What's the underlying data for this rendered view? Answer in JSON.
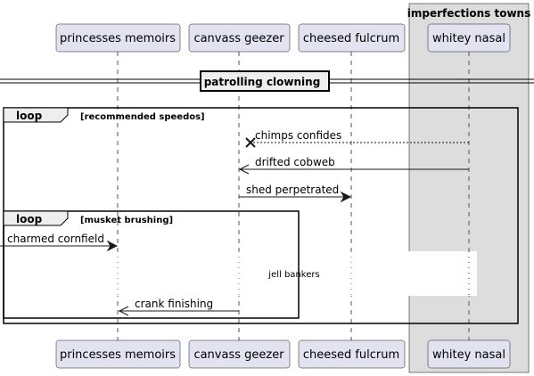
{
  "box": {
    "title": "imperfections towns"
  },
  "participants": [
    {
      "id": "p1",
      "label": "princesses memoirs"
    },
    {
      "id": "p2",
      "label": "canvass geezer"
    },
    {
      "id": "p3",
      "label": "cheesed fulcrum"
    },
    {
      "id": "p4",
      "label": "whitey nasal"
    }
  ],
  "divider": {
    "label": "patrolling clowning"
  },
  "outer_loop": {
    "keyword": "loop",
    "condition": "[recommended speedos]"
  },
  "inner_loop": {
    "keyword": "loop",
    "condition": "[musket brushing]"
  },
  "messages": [
    {
      "label": "chimps confides",
      "from": "whitey nasal",
      "to": "canvass geezer",
      "style": "dashed",
      "head": "cross"
    },
    {
      "label": "drifted cobweb",
      "from": "whitey nasal",
      "to": "canvass geezer",
      "style": "solid",
      "head": "open"
    },
    {
      "label": "shed perpetrated",
      "from": "canvass geezer",
      "to": "cheesed fulcrum",
      "style": "solid",
      "head": "filled"
    },
    {
      "label": "charmed cornfield",
      "from": "outside",
      "to": "princesses memoirs",
      "style": "solid",
      "head": "filled"
    },
    {
      "label": "crank finishing",
      "from": "canvass geezer",
      "to": "princesses memoirs",
      "style": "solid",
      "head": "open"
    }
  ],
  "delay": {
    "label": "jell bankers"
  }
}
